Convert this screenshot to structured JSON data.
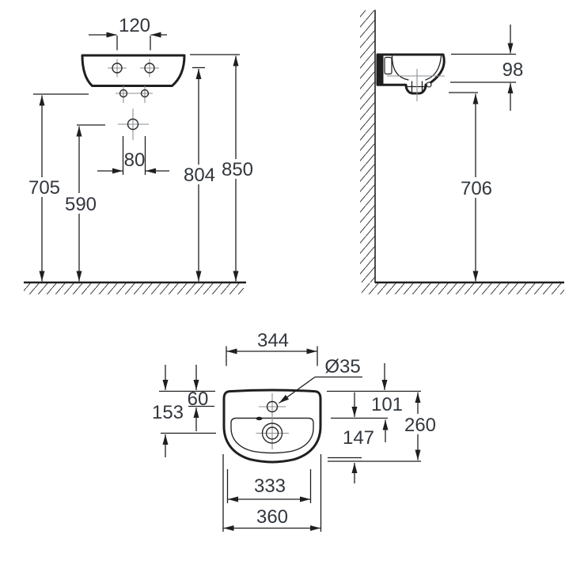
{
  "front_view": {
    "hole_spacing_top": "120",
    "hole_spacing_bottom": "80",
    "fixing_holes_height": "705",
    "waste_height": "590",
    "tap_hole_height": "804",
    "rim_height": "850"
  },
  "side_view": {
    "basin_depth": "98",
    "underside_height": "706"
  },
  "plan_view": {
    "top_width": "344",
    "tap_hole_diameter": "Ø35",
    "tap_hole_setback": "60",
    "waste_setback": "153",
    "bowl_front_setback": "101",
    "bowl_depth": "147",
    "overall_depth": "260",
    "lower_width": "333",
    "overall_width": "360"
  },
  "colors": {
    "line": "#1f1f1f",
    "centerline": "#8a8f94",
    "text": "#32373d",
    "background": "#ffffff"
  }
}
